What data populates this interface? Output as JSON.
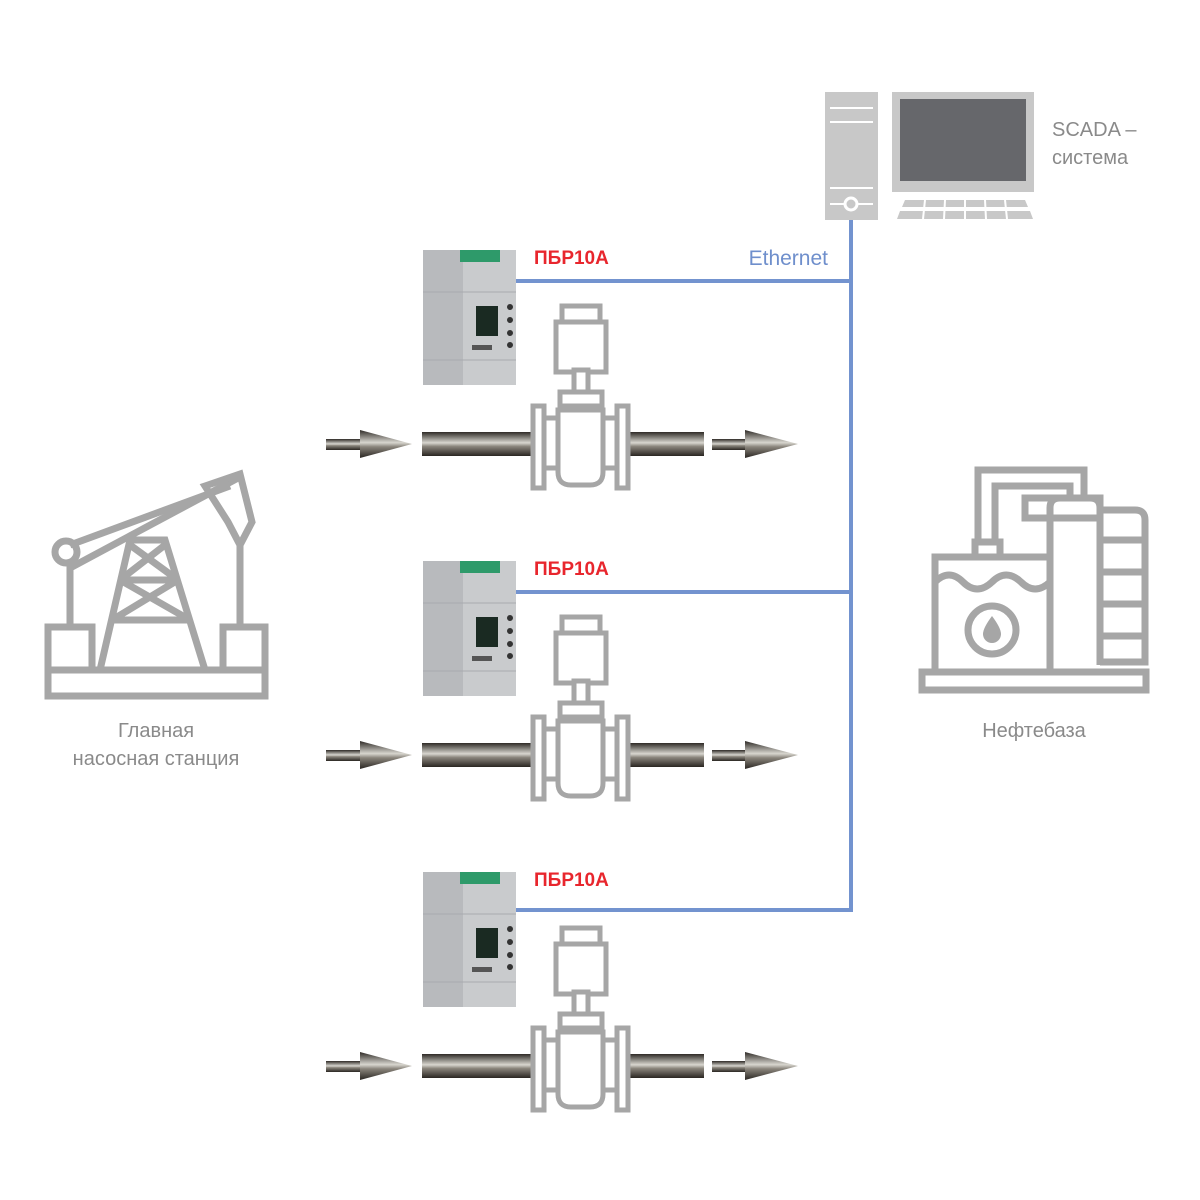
{
  "scada": {
    "label_line1": "SCADA –",
    "label_line2": "система"
  },
  "network": {
    "label": "Ethernet",
    "color": "#7393cf"
  },
  "pump_station": {
    "label_line1": "Главная",
    "label_line2": "насосная станция"
  },
  "oil_depot": {
    "label": "Нефтебаза"
  },
  "devices": [
    {
      "label": "ПБР10А"
    },
    {
      "label": "ПБР10А"
    },
    {
      "label": "ПБР10А"
    }
  ],
  "colors": {
    "icon_gray": "#a6a6a6",
    "device_label": "#e8262d",
    "pipe": "#3a3530"
  }
}
